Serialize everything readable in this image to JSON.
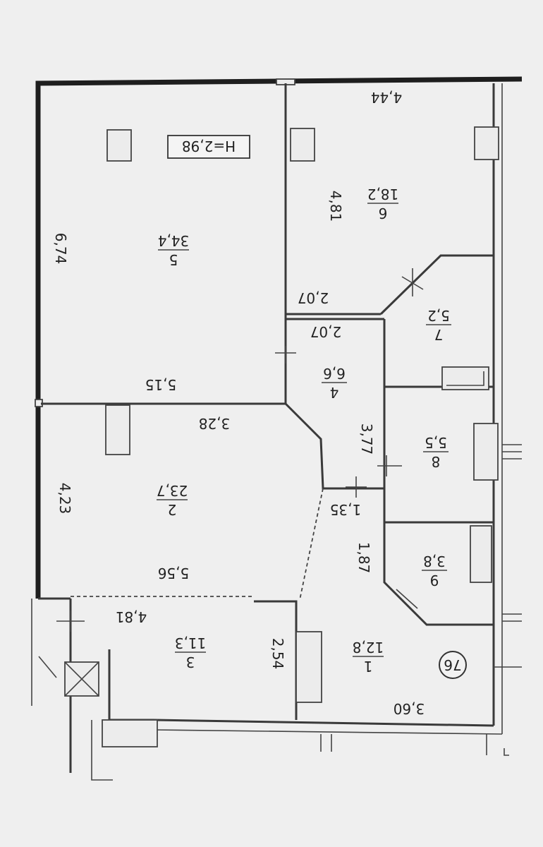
{
  "plan": {
    "height_label": "H=2,98",
    "flat_number": "76",
    "rooms": [
      {
        "id": "room-5",
        "number": "5",
        "area": "34,4"
      },
      {
        "id": "room-6",
        "number": "6",
        "area": "18,2"
      },
      {
        "id": "room-7",
        "number": "7",
        "area": "5,2"
      },
      {
        "id": "room-4",
        "number": "4",
        "area": "6,6"
      },
      {
        "id": "room-8",
        "number": "8",
        "area": "5,5"
      },
      {
        "id": "room-2",
        "number": "2",
        "area": "23,7"
      },
      {
        "id": "room-9",
        "number": "9",
        "area": "3,8"
      },
      {
        "id": "room-3",
        "number": "3",
        "area": "11,3"
      },
      {
        "id": "room-1",
        "number": "1",
        "area": "12,8"
      }
    ],
    "dimensions": {
      "d_4_44": "4,44",
      "d_6_74": "6,74",
      "d_4_81_room6": "4,81",
      "d_2_07_a": "2,07",
      "d_2_07_b": "2,07",
      "d_5_15": "5,15",
      "d_3_28": "3,28",
      "d_3_77": "3,77",
      "d_4_23": "4,23",
      "d_1_35": "1,35",
      "d_1_87": "1,87",
      "d_5_56": "5,56",
      "d_4_81_room3": "4,81",
      "d_2_54": "2,54",
      "d_3_60": "3,60"
    }
  }
}
